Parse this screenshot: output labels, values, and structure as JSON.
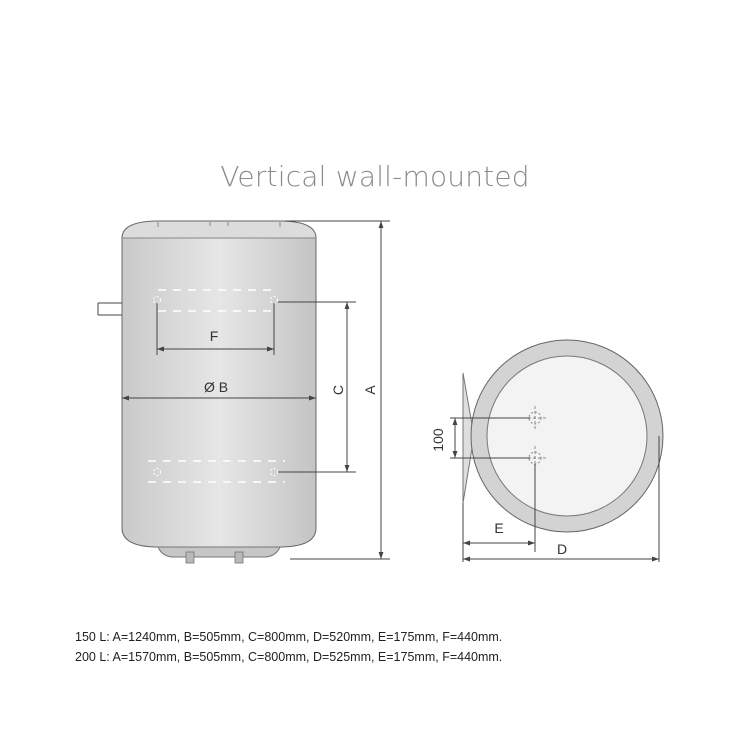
{
  "title": "Vertical wall-mounted",
  "dimension_labels": {
    "f": "F",
    "b": "Ø B",
    "c": "C",
    "a": "A",
    "spacing": "100",
    "e": "E",
    "d": "D"
  },
  "specs": [
    "150 L: A=1240mm, B=505mm, C=800mm, D=520mm, E=175mm, F=440mm.",
    "200 L: A=1570mm, B=505mm, C=800mm, D=525mm, E=175mm, F=440mm."
  ]
}
